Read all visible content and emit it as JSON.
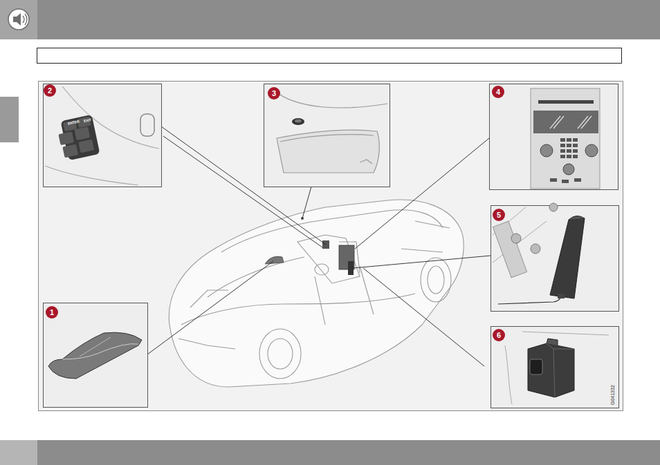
{
  "diagram": {
    "labels": [
      "2",
      "ENTER",
      "EXIT",
      "3",
      "4",
      "5",
      "1",
      "6",
      "G041332"
    ]
  }
}
